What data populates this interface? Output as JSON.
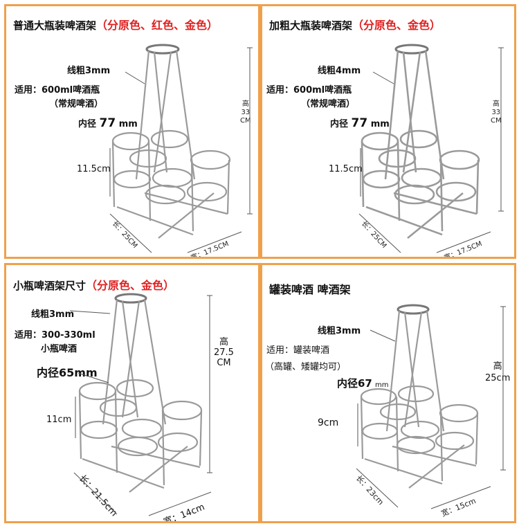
{
  "panels": [
    {
      "title": "普通大瓶装啤酒架",
      "colors_note": "（分原色、红色、金色）",
      "wire": "线粗3mm",
      "use_label": "适用：600ml啤酒瓶",
      "use_sub": "（常规啤酒）",
      "diameter_prefix": "内径",
      "diameter_value": "77",
      "diameter_unit": "mm",
      "ring_height": "11.5cm",
      "height_label": "高",
      "height_value": "33",
      "height_unit": "CM",
      "length": "长：25CM",
      "width": "宽：17.5CM"
    },
    {
      "title": "加粗大瓶装啤酒架",
      "colors_note": "（分原色、金色）",
      "wire": "线粗4mm",
      "use_label": "适用：600ml啤酒瓶",
      "use_sub": "（常规啤酒）",
      "diameter_prefix": "内径",
      "diameter_value": "77",
      "diameter_unit": "mm",
      "ring_height": "11.5cm",
      "height_label": "高",
      "height_value": "33",
      "height_unit": "CM",
      "length": "长：25CM",
      "width": "宽：17.5CM"
    },
    {
      "title": "小瓶啤酒架尺寸",
      "colors_note": "（分原色、金色）",
      "wire": "线粗3mm",
      "use_label": "适用：300-330ml",
      "use_sub": "小瓶啤酒",
      "diameter_text": "内径65mm",
      "ring_height": "11cm",
      "height_label": "高",
      "height_value": "27.5",
      "height_unit": "CM",
      "length": "长：21.5cm",
      "width": "宽：14cm"
    },
    {
      "title": "罐装啤酒 啤酒架",
      "wire": "线粗3mm",
      "use_label": "适用：罐装啤酒",
      "use_sub": "（高罐、矮罐均可）",
      "diameter_prefix": "内径67",
      "diameter_unit": "mm",
      "ring_height": "9cm",
      "height_label": "高",
      "height_value": "25cm",
      "length": "长：23cm",
      "width": "宽：15cm"
    }
  ],
  "colors": {
    "border": "#f0a04b",
    "accent_red": "#e02020",
    "wire": "#9a9a9a"
  }
}
